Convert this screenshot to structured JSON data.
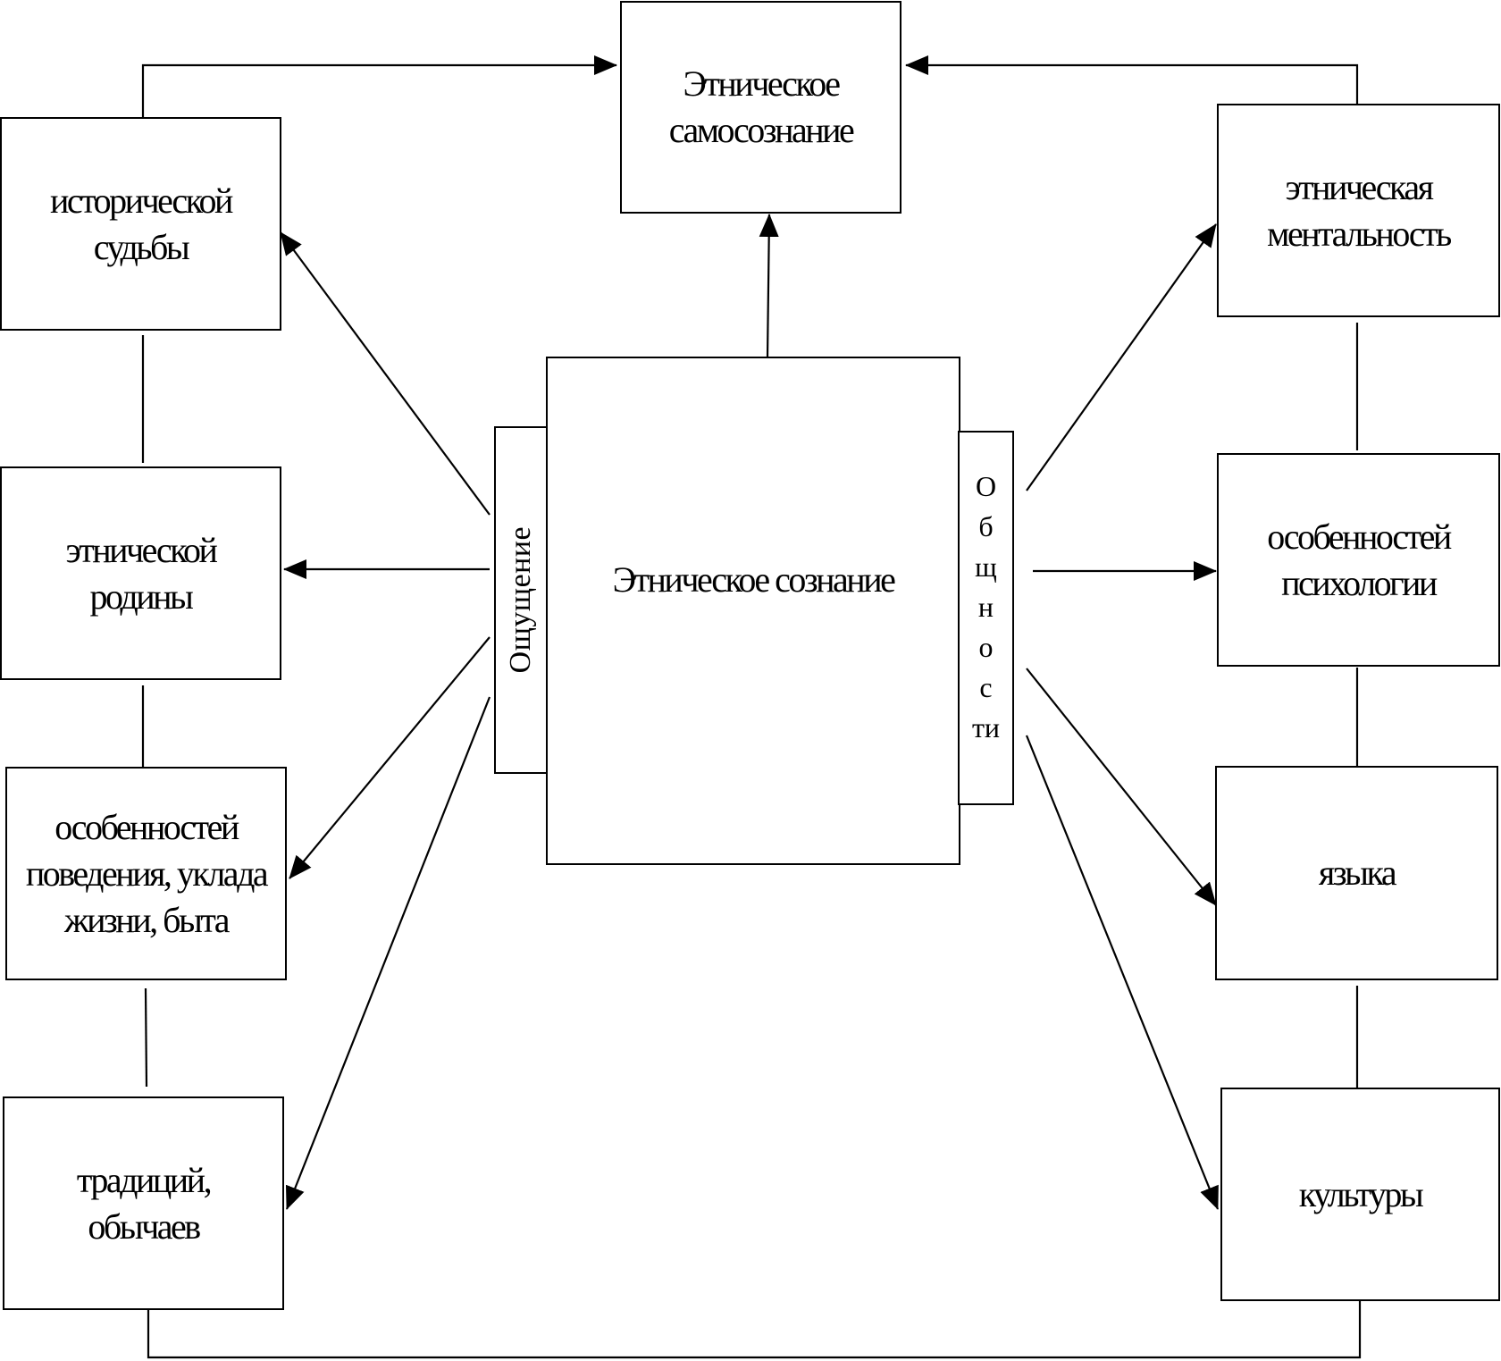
{
  "nodes": {
    "self_awareness": "Этническое\nсамосознание",
    "historical_fate": "исторической судьбы",
    "homeland": "этнической\nродины",
    "behavior": "особенностей\nповедения, уклада\nжизни, быта",
    "traditions": "традиций,\nобычаев",
    "mentality": "этническая\nментальность",
    "psychology": "особенностей\nпсихологии",
    "language": "языка",
    "culture": "культуры",
    "consciousness": "Этническое сознание"
  },
  "bands": {
    "sensation": "Ощущение",
    "community_letters": [
      "О",
      "б",
      "щ",
      "н",
      "о",
      "с",
      "ти"
    ]
  }
}
